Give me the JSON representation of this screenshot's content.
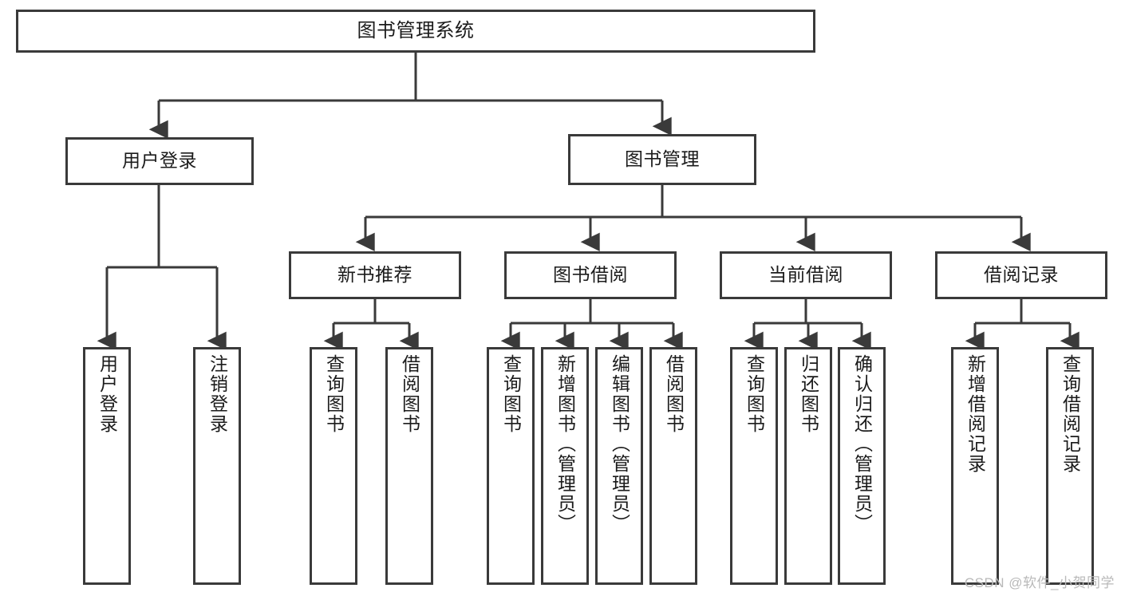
{
  "diagram": {
    "title": "图书管理系统",
    "watermark": "CSDN @软件_小贺同学",
    "colors": {
      "stroke": "#3a3a3a",
      "fill": "#ffffff",
      "text": "#1b1b1b",
      "watermark": "#b9b9b9"
    },
    "nodes": {
      "root": {
        "label": "图书管理系统"
      },
      "level2": [
        {
          "label": "用户登录"
        },
        {
          "label": "图书管理"
        }
      ],
      "level3": [
        {
          "label": "新书推荐"
        },
        {
          "label": "图书借阅"
        },
        {
          "label": "当前借阅"
        },
        {
          "label": "借阅记录"
        }
      ],
      "leaves": {
        "user_login": [
          {
            "label": "用户登录"
          },
          {
            "label": "注销登录"
          }
        ],
        "new_book_recommend": [
          {
            "label": "查询图书"
          },
          {
            "label": "借阅图书"
          }
        ],
        "book_borrow": [
          {
            "label": "查询图书"
          },
          {
            "label": "新增图书（管理员）"
          },
          {
            "label": "编辑图书（管理员）"
          },
          {
            "label": "借阅图书"
          }
        ],
        "current_borrow": [
          {
            "label": "查询图书"
          },
          {
            "label": "归还图书"
          },
          {
            "label": "确认归还（管理员）"
          }
        ],
        "borrow_record": [
          {
            "label": "新增借阅记录"
          },
          {
            "label": "查询借阅记录"
          }
        ]
      }
    }
  }
}
